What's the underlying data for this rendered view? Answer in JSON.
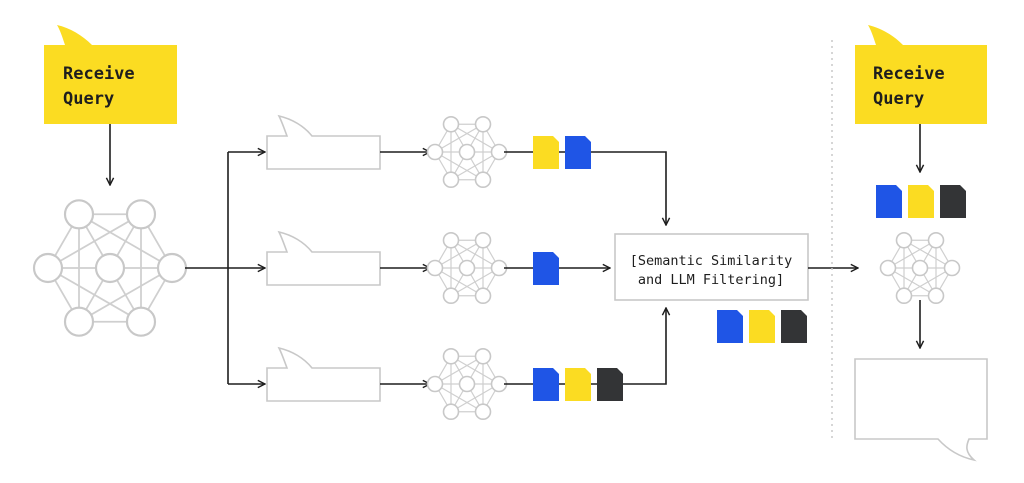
{
  "title": "Query fan-out retrieval with semantic similarity and LLM filtering",
  "colors": {
    "yellow": "#fbdc22",
    "blue": "#1f55e6",
    "dark": "#333436",
    "node_stroke": "#c8c8c8",
    "arrow": "#1e1e1e",
    "divider": "#c8c8c8"
  },
  "left_panel": {
    "query_bubble": {
      "line1": "Receive",
      "line2": "Query"
    },
    "branches": [
      {
        "docs": [
          "yellow",
          "blue"
        ]
      },
      {
        "docs": [
          "blue"
        ]
      },
      {
        "docs": [
          "blue",
          "yellow",
          "dark"
        ]
      }
    ],
    "filter_box": {
      "line1": "[Semantic Similarity",
      "line2": "and LLM Filtering]"
    },
    "filtered_docs": [
      "blue",
      "yellow",
      "dark"
    ]
  },
  "right_panel": {
    "query_bubble": {
      "line1": "Receive",
      "line2": "Query"
    },
    "docs": [
      "blue",
      "yellow",
      "dark"
    ]
  }
}
